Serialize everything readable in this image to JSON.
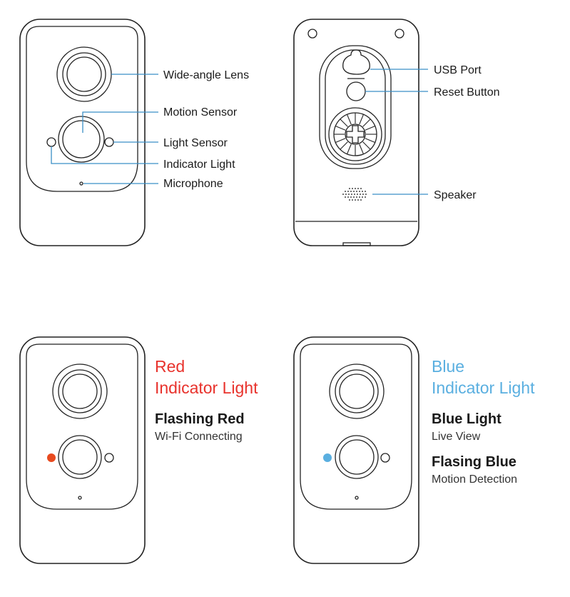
{
  "colors": {
    "outline": "#222222",
    "leader_line": "#3a8fc7",
    "red": "#e8322c",
    "blue": "#5aafe0",
    "red_dot": "#e84a1f",
    "blue_dot": "#5aafe0"
  },
  "front_view": {
    "labels": {
      "lens": "Wide-angle Lens",
      "motion": "Motion Sensor",
      "light": "Light Sensor",
      "indicator": "Indicator Light",
      "microphone": "Microphone"
    }
  },
  "back_view": {
    "labels": {
      "usb": "USB Port",
      "reset": "Reset Button",
      "speaker": "Speaker"
    }
  },
  "red_indicator": {
    "heading_line1": "Red",
    "heading_line2": "Indicator Light",
    "states": [
      {
        "title": "Flashing Red",
        "description": "Wi-Fi Connecting"
      }
    ]
  },
  "blue_indicator": {
    "heading_line1": "Blue",
    "heading_line2": "Indicator Light",
    "states": [
      {
        "title": "Blue Light",
        "description": "Live View"
      },
      {
        "title": "Flasing Blue",
        "description": "Motion Detection"
      }
    ]
  }
}
